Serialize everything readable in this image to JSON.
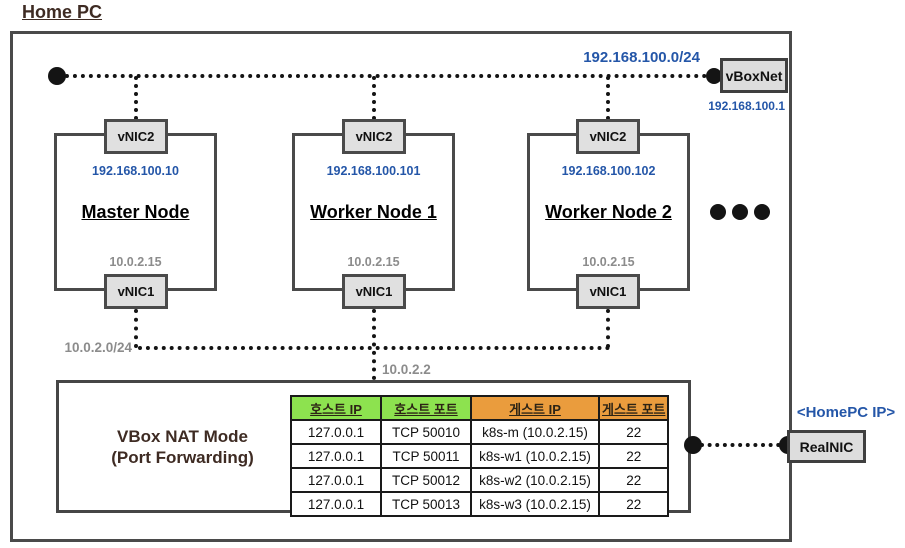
{
  "title": "Home PC",
  "colors": {
    "title_text": "#3e2b23",
    "blue_label": "#2456a8",
    "gray_label": "#8c8c8c",
    "box_border": "#4a4a4a",
    "nic_fill": "#e0e0e0",
    "table_header_green": "#8de24f",
    "table_header_orange": "#ea9c3d"
  },
  "top_network": {
    "subnet_label": "192.168.100.0/24",
    "vboxnet_label": "vBoxNet",
    "vboxnet_ip": "192.168.100.1"
  },
  "nodes": [
    {
      "name": "Master Node",
      "vnic2_label": "vNIC2",
      "vnic2_ip": "192.168.100.10",
      "vnic1_label": "vNIC1",
      "vnic1_ip": "10.0.2.15"
    },
    {
      "name": "Worker Node 1",
      "vnic2_label": "vNIC2",
      "vnic2_ip": "192.168.100.101",
      "vnic1_label": "vNIC1",
      "vnic1_ip": "10.0.2.15"
    },
    {
      "name": "Worker Node 2",
      "vnic2_label": "vNIC2",
      "vnic2_ip": "192.168.100.102",
      "vnic1_label": "vNIC1",
      "vnic1_ip": "10.0.2.15"
    }
  ],
  "bottom_network": {
    "subnet_label": "10.0.2.0/24",
    "gateway_ip": "10.0.2.2"
  },
  "nat": {
    "title_line1": "VBox NAT Mode",
    "title_line2": "(Port Forwarding)",
    "table": {
      "headers": [
        "호스트 IP",
        "호스트 포트",
        "게스트 IP",
        "게스트 포트"
      ],
      "rows": [
        [
          "127.0.0.1",
          "TCP 50010",
          "k8s-m (10.0.2.15)",
          "22"
        ],
        [
          "127.0.0.1",
          "TCP 50011",
          "k8s-w1 (10.0.2.15)",
          "22"
        ],
        [
          "127.0.0.1",
          "TCP 50012",
          "k8s-w2 (10.0.2.15)",
          "22"
        ],
        [
          "127.0.0.1",
          "TCP 50013",
          "k8s-w3 (10.0.2.15)",
          "22"
        ]
      ]
    }
  },
  "real_nic": {
    "label": "RealNIC",
    "ip_label": "<HomePC IP>"
  }
}
